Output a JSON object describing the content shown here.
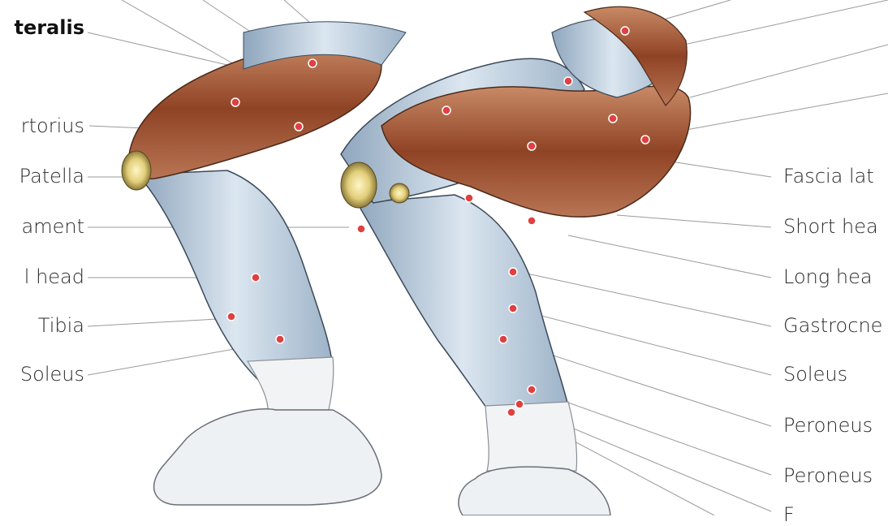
{
  "left_labels": [
    {
      "text": "teralis",
      "bold": true
    },
    {
      "text": "rtorius"
    },
    {
      "text": "Patella"
    },
    {
      "text": "ament"
    },
    {
      "text": "l head"
    },
    {
      "text": "Tibia"
    },
    {
      "text": "Soleus"
    }
  ],
  "right_labels": [
    {
      "text": "Fascia lat"
    },
    {
      "text": "Short hea"
    },
    {
      "text": "Long hea"
    },
    {
      "text": "Gastrocne"
    },
    {
      "text": "Soleus"
    },
    {
      "text": "Peroneus"
    },
    {
      "text": "Peroneus"
    },
    {
      "text": "F"
    }
  ],
  "colors": {
    "muscle_red": "#9a4a2a",
    "muscle_blue": "#b9cde0",
    "leader": "#9a9a9a",
    "marker": "#e04040"
  }
}
